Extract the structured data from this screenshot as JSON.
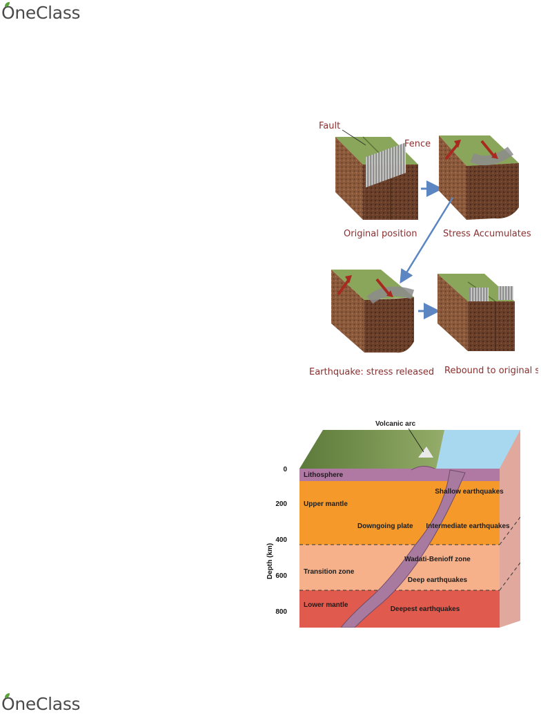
{
  "brand": {
    "name": "OneClass",
    "leaf_color": "#5aa33a"
  },
  "fault_figure": {
    "labels": {
      "fault": "Fault",
      "fence": "Fence",
      "original_position": "Original position",
      "stress_accumulates": "Stress Accumulates",
      "earthquake": "Earthquake: stress released",
      "rebound": "Rebound to original shape"
    },
    "colors": {
      "grass": "#8aa65a",
      "soil": "#8b5a3c",
      "arrow_blue": "#5b86c2",
      "arrow_red": "#a8291f",
      "text": "#8a2e2e"
    }
  },
  "subduction_figure": {
    "labels": {
      "volcanic_arc": "Volcanic arc",
      "lithosphere": "Lithosphere",
      "upper_mantle": "Upper mantle",
      "shallow": "Shallow earthquakes",
      "downgoing": "Downgoing plate",
      "intermediate": "Intermediate earthquakes",
      "wadati": "Wadati-Benioff zone",
      "transition": "Transition zone",
      "deep": "Deep earthquakes",
      "lower_mantle": "Lower mantle",
      "deepest": "Deepest earthquakes"
    },
    "axis_label": "Depth (km)",
    "depth_ticks": [
      "0",
      "200",
      "400",
      "600",
      "800"
    ],
    "colors": {
      "upper": "#f59a2a",
      "transition": "#f6b08a",
      "lower": "#e05a4e",
      "lithosphere": "#b079a4",
      "ocean": "#a8d8f0"
    }
  }
}
